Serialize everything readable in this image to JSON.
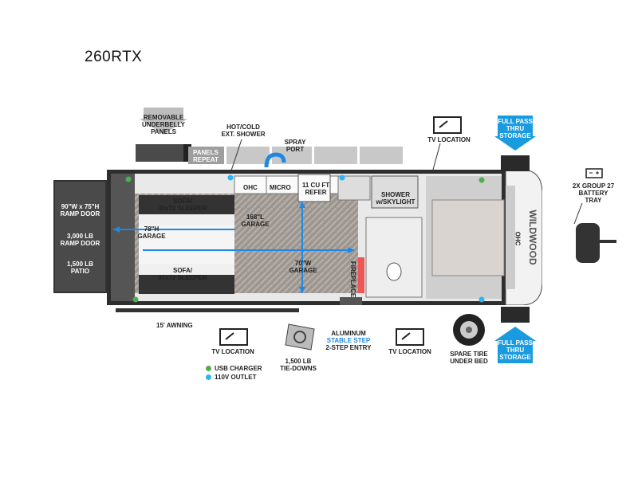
{
  "model": "260RTX",
  "labels": {
    "removable_panels": [
      "REMOVABLE",
      "UNDERBELLY",
      "PANELS"
    ],
    "panels_repeat": [
      "PANELS",
      "REPEAT"
    ],
    "hot_cold_shower": [
      "HOT/COLD",
      "EXT. SHOWER"
    ],
    "spray_port": [
      "SPRAY",
      "PORT"
    ],
    "tv_location": "TV LOCATION",
    "full_pass_thru": [
      "FULL PASS",
      "THRU",
      "STORAGE"
    ],
    "battery": [
      "2X GROUP 27",
      "BATTERY",
      "TRAY"
    ],
    "ramp_door_size": [
      "90\"W x 75\"H",
      "RAMP DOOR"
    ],
    "ramp_door_weight": [
      "3,000 LB",
      "RAMP DOOR"
    ],
    "patio": [
      "1,500 LB",
      "PATIO"
    ],
    "ohc": "OHC",
    "micro": "MICRO",
    "refer": [
      "11 CU FT",
      "REFER"
    ],
    "shower": [
      "SHOWER",
      "w/SKYLIGHT"
    ],
    "sofa": [
      "SOFA/",
      "30x72 SLEEPER"
    ],
    "garage_height": [
      "78\"H",
      "GARAGE"
    ],
    "garage_length": [
      "168\"L",
      "GARAGE"
    ],
    "garage_width": [
      "70\"W",
      "GARAGE"
    ],
    "fireplace": "FIREPLACE",
    "awning": "15' AWNING",
    "tie_downs": [
      "1,500 LB",
      "TIE-DOWNS"
    ],
    "entry": [
      "ALUMINUM",
      "STABLE STEP",
      "2-STEP ENTRY"
    ],
    "spare_tire": [
      "SPARE TIRE",
      "UNDER BED"
    ],
    "brand": "WILDWOOD"
  },
  "legend": [
    {
      "label": "USB CHARGER",
      "color": "#4caf50"
    },
    {
      "label": "110V OUTLET",
      "color": "#29b6f6"
    }
  ],
  "colors": {
    "accent_blue": "#1e88e5",
    "arrow_blue": "#1a9be0",
    "wall": "#3a3a3a",
    "floor": "#9c9590"
  }
}
